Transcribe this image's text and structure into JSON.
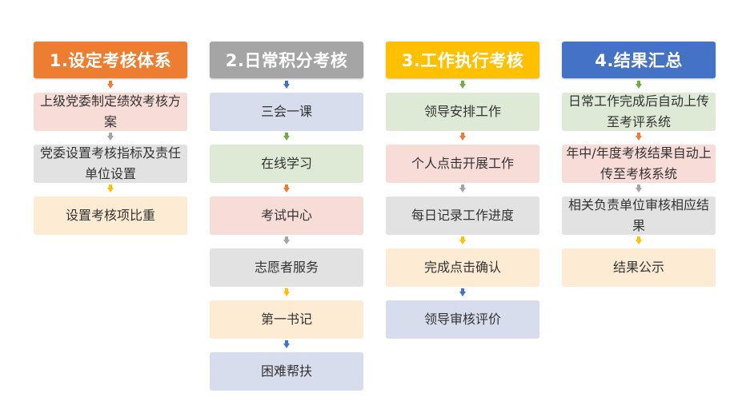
{
  "colors": {
    "orange": "#ED7D31",
    "gray": "#A5A5A5",
    "gold": "#FFC000",
    "blue": "#4472C4",
    "pink_box": "#F8DCD7",
    "gray_box": "#E2E2E2",
    "peach_box": "#FDEBD3",
    "lavender_box": "#D8DDEE",
    "green_box": "#DEE9D6",
    "arrow_orange": "#ED7D31",
    "arrow_gray": "#A5A5A5",
    "arrow_gold": "#FFC000",
    "arrow_blue": "#4472C4",
    "arrow_green": "#70AD47"
  },
  "columns": [
    {
      "title": "1.设定考核体系",
      "steps": [
        "上级党委制定绩效考核方案",
        "党委设置考核指标及责任单位设置",
        "设置考核项比重"
      ]
    },
    {
      "title": "2.日常积分考核",
      "steps": [
        "三会一课",
        "在线学习",
        "考试中心",
        "志愿者服务",
        "第一书记",
        "困难帮扶"
      ]
    },
    {
      "title": "3.工作执行考核",
      "steps": [
        "领导安排工作",
        "个人点击开展工作",
        "每日记录工作进度",
        "完成点击确认",
        "领导审核评价"
      ]
    },
    {
      "title": "4.结果汇总",
      "steps": [
        "日常工作完成后自动上传至考评系统",
        "年中/年度考核结果自动上传至考核系统",
        "相关负责单位审核相应结果",
        "结果公示"
      ]
    }
  ]
}
